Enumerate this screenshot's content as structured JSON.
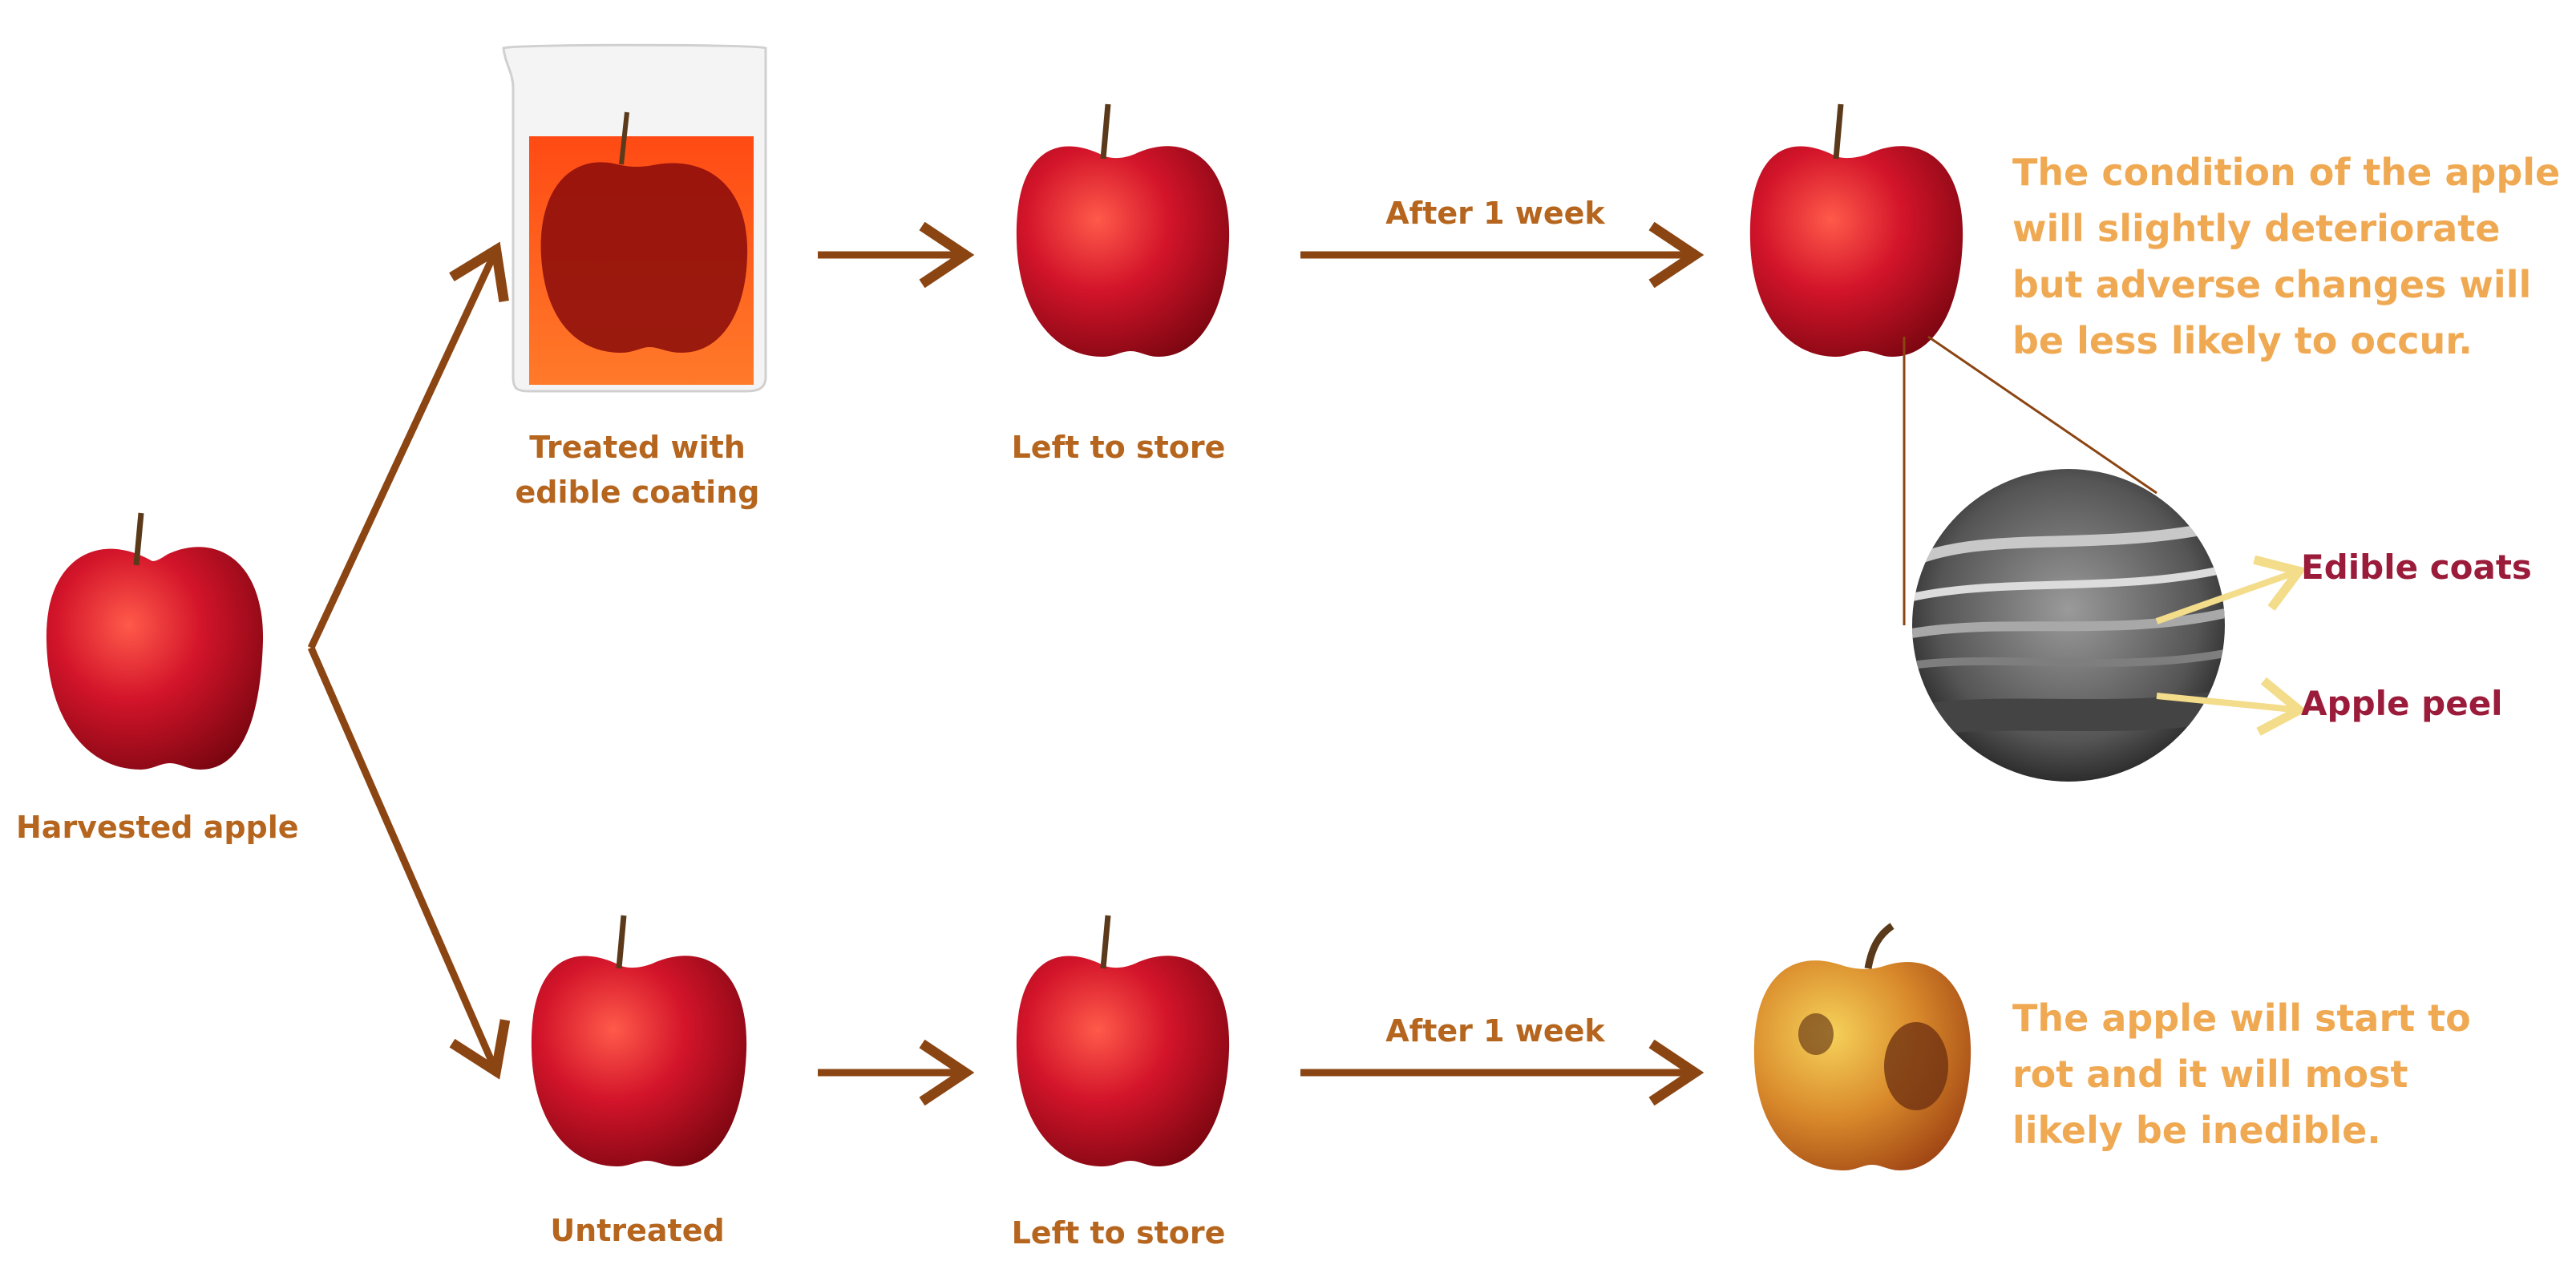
{
  "labels": {
    "harvested": "Harvested apple",
    "treated_line1": "Treated with",
    "treated_line2": "edible coating",
    "left_store_top": "Left to store",
    "after_week_top": "After 1 week",
    "outcome_top": "The condition of the apple will slightly deteriorate but adverse changes will be less likely to occur.",
    "edible_coats": "Edible coats",
    "apple_peel": "Apple peel",
    "untreated": "Untreated",
    "left_store_bottom": "Left to store",
    "after_week_bottom": "After 1 week",
    "outcome_bottom": "The apple will start to rot and it will most likely be inedible."
  },
  "colors": {
    "arrow": "#8b4513",
    "step_text": "#b5651d",
    "outcome_text": "#f0a953",
    "layer_text": "#9b1c3a",
    "pointer": "#f3dc8a",
    "apple_red": "#d3142a",
    "coating_liquid": "#ff3a10",
    "rotten_apple": "#d98a2b"
  }
}
